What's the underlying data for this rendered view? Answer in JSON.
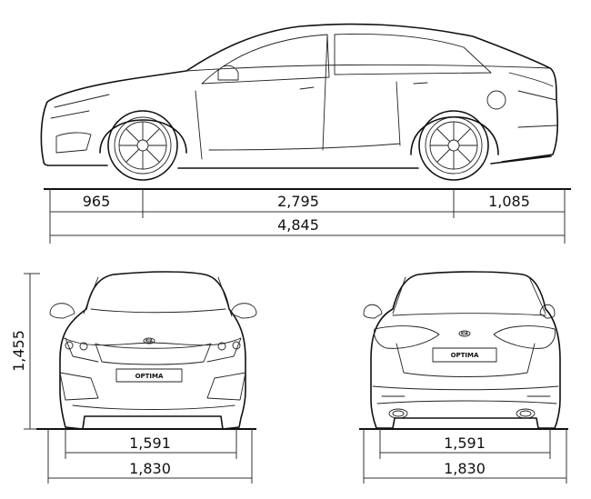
{
  "model_badge": "OPTIMA",
  "brand_logo": "KIA",
  "side_view": {
    "front_overhang": "965",
    "wheelbase": "2,795",
    "rear_overhang": "1,085",
    "overall_length": "4,845"
  },
  "front_view": {
    "height": "1,455",
    "track": "1,591",
    "width": "1,830"
  },
  "rear_view": {
    "track": "1,591",
    "width": "1,830"
  }
}
